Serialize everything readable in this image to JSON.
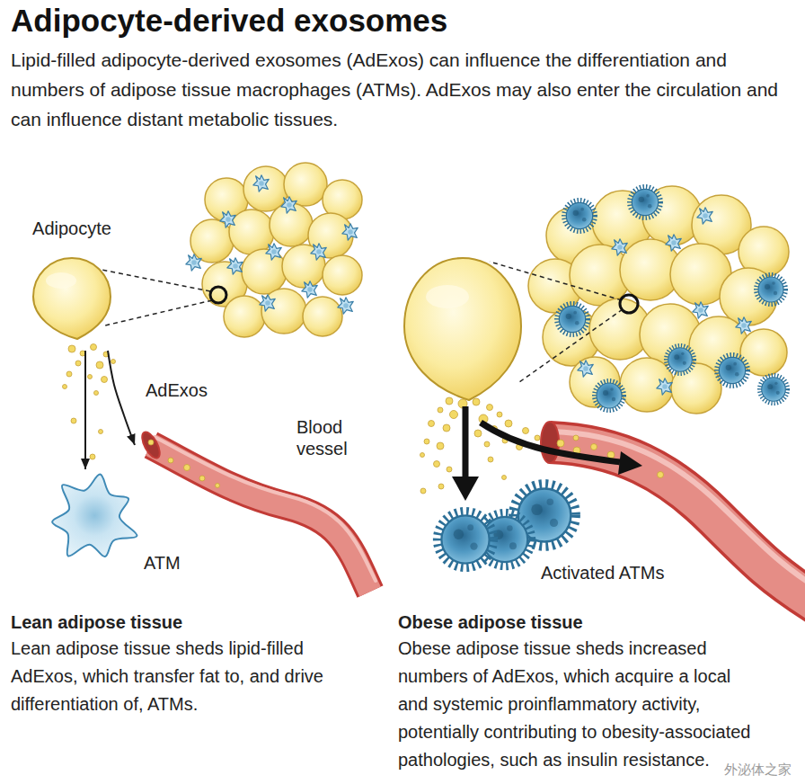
{
  "diagram": {
    "title": "Adipocyte-derived exosomes",
    "caption": "Lipid-filled adipocyte-derived exosomes (AdExos) can influence the differentiation and numbers of adipose tissue macrophages (ATMs). AdExos may also enter the circulation and can influence distant metabolic tissues.",
    "nodes": [
      {
        "text": [
          "Adipocyte"
        ]
      },
      {
        "text": [
          "ATM"
        ]
      },
      {
        "text": [
          "Blood vessel"
        ]
      },
      {
        "text": [
          "Activated ATMs"
        ]
      }
    ],
    "edges": [
      {
        "from": 0,
        "to": 1,
        "arrow": "to"
      },
      {
        "from": 0,
        "to": 2,
        "arrow": "to"
      }
    ],
    "labels": [
      "AdExos",
      "Lean adipose tissue",
      "Lean adipose tissue sheds lipid-filled AdExos, which transfer fat to, and drive differentiation of, ATMs.",
      "Obese adipose tissue",
      "Obese adipose tissue sheds increased numbers of AdExos, which acquire a local and systemic proinflammatory activity, potentially contributing to obesity-associated pathologies, such as insulin resistance.",
      "外泌体之家"
    ]
  }
}
